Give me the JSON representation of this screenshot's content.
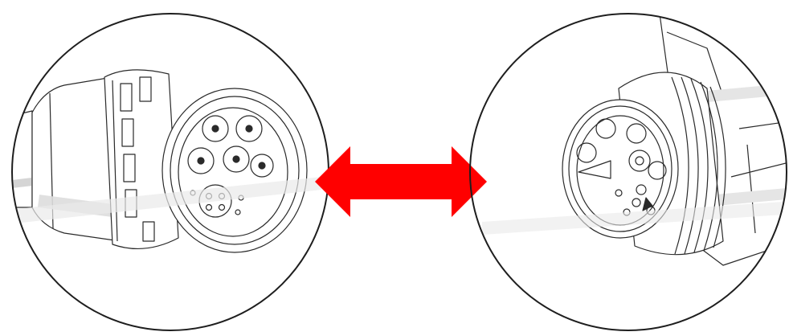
{
  "figure": {
    "left_panel": {
      "subject": "cable-connector-plug"
    },
    "right_panel": {
      "subject": "device-connector-socket"
    },
    "connector_arrow": {
      "style": "double-headed",
      "color": "#ff0000"
    },
    "line_color": "#2a2a2a",
    "shade_color": "#e9e9e9"
  }
}
